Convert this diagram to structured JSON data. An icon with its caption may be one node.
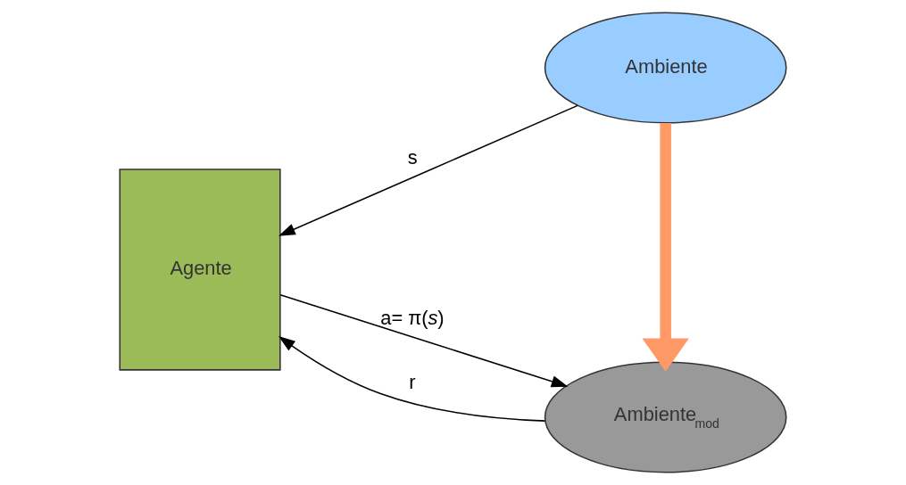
{
  "diagram": {
    "nodes": [
      {
        "text": [
          "Agente"
        ]
      },
      {
        "text": [
          "Ambiente"
        ]
      },
      {
        "text": [
          "Ambiente$_{mod}$"
        ]
      }
    ],
    "edges": [
      {
        "from": 1,
        "to": 0,
        "arrow": "to",
        "label": "s"
      },
      {
        "from": 0,
        "to": 2,
        "arrow": "to",
        "label": "a= π(*s*)"
      },
      {
        "from": 2,
        "to": 0,
        "arrow": "to",
        "label": "r"
      },
      {
        "from": 1,
        "to": 2,
        "arrow": "to",
        "style": "thick",
        "color": "#ff9966"
      }
    ]
  }
}
